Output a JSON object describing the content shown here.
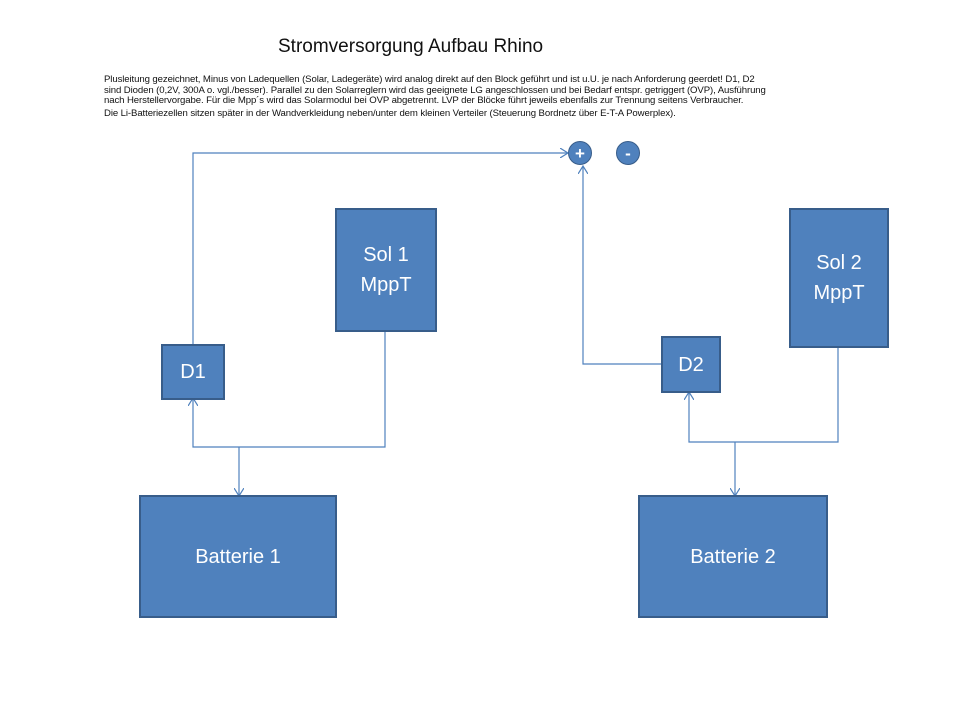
{
  "title": "Stromversorgung Aufbau Rhino",
  "description": [
    "Plusleitung gezeichnet, Minus von Ladequellen (Solar, Ladegeräte) wird analog direkt auf den Block geführt und ist u.U. je nach Anforderung geerdet! D1, D2",
    "sind Dioden (0,2V, 300A o. vgl./besser). Parallel zu den Solarreglern wird das geeignete LG angeschlossen und bei Bedarf entspr. getriggert (OVP), Ausführung",
    "nach Herstellervorgabe. Für die Mpp´s wird das Solarmodul bei OVP abgetrennt. LVP der Blöcke führt jeweils ebenfalls zur Trennung seitens Verbraucher.",
    "Die Li-Batteriezellen sitzen später in der Wandverkleidung neben/unter dem kleinen Verteiler (Steuerung Bordnetz über E-T-A Powerplex)."
  ],
  "nodes": {
    "plus": "+",
    "minus": "-",
    "sol1": [
      "Sol 1",
      "MppT"
    ],
    "sol2": [
      "Sol 2",
      "MppT"
    ],
    "d1": "D1",
    "d2": "D2",
    "battery1": "Batterie 1",
    "battery2": "Batterie 2"
  },
  "colors": {
    "box_fill": "#4f81bd",
    "box_border": "#385d8a",
    "wire": "#4f81bd"
  }
}
